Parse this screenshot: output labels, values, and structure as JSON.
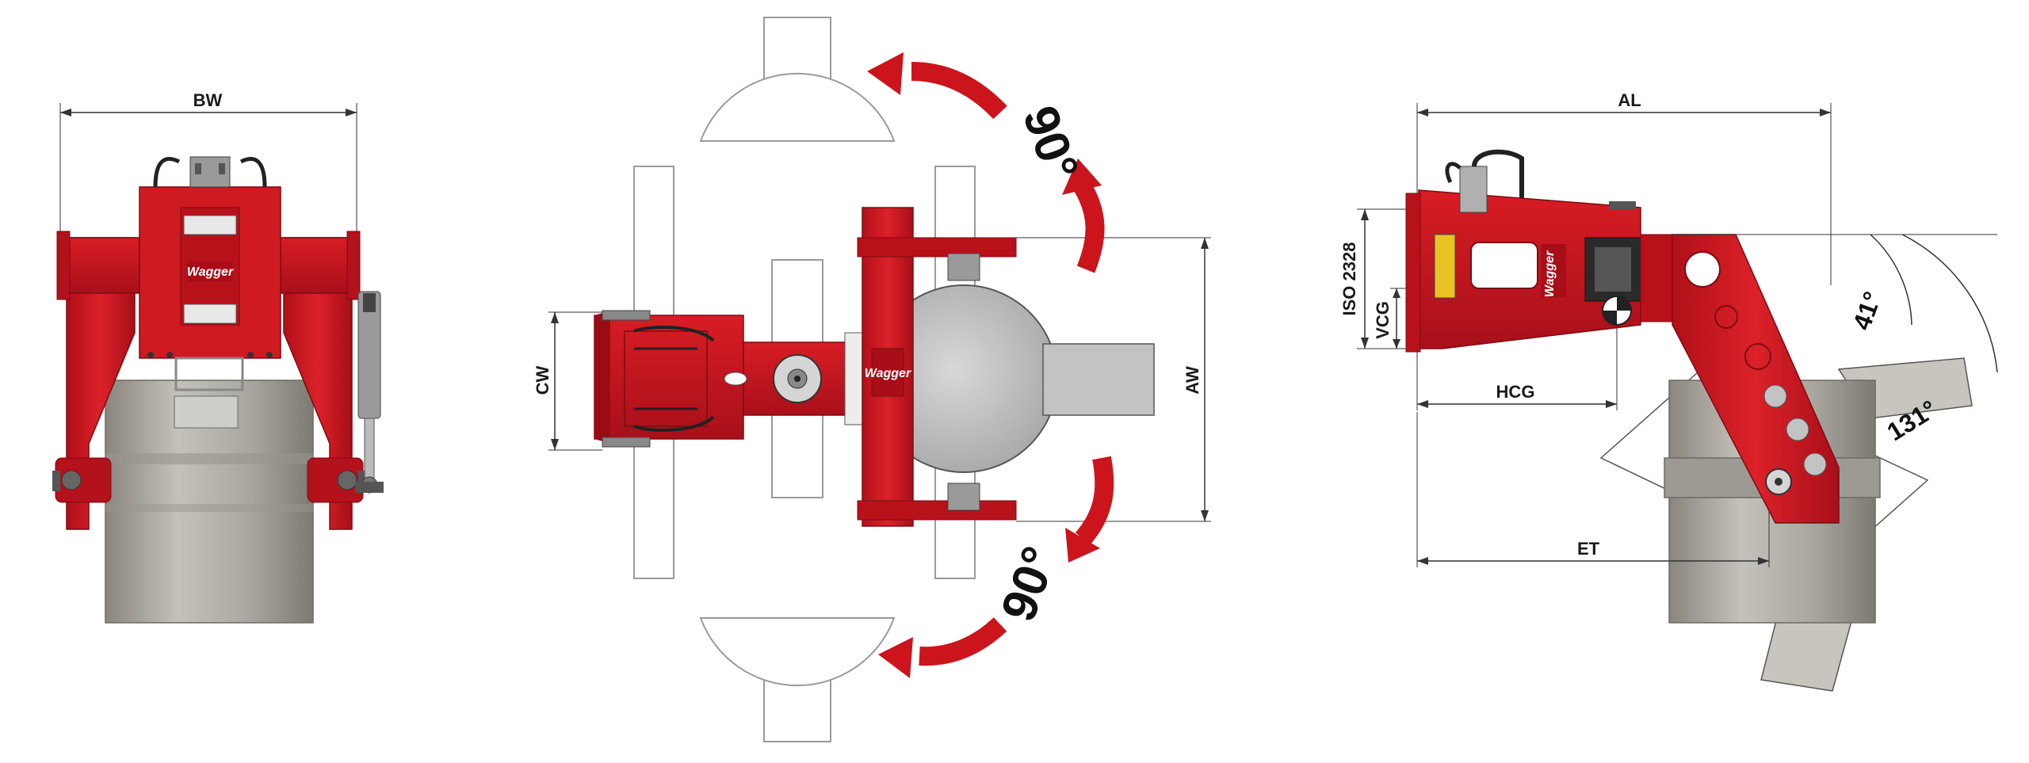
{
  "colors": {
    "machine_red": "#c8141e",
    "machine_dark": "#8f0d15",
    "cylinder_gray": "#a9a6a0",
    "cylinder_dark": "#858279",
    "arrow_red": "#cc141c",
    "line": "#333333",
    "outline_gray": "#9a9a9a"
  },
  "brand": {
    "logo_text": "Wagger"
  },
  "front_view": {
    "dims": {
      "bw": "BW"
    }
  },
  "top_view": {
    "dims": {
      "cw": "CW",
      "aw": "AW"
    },
    "rotation": {
      "top_label": "90°",
      "bottom_label": "90°"
    }
  },
  "side_view": {
    "dims": {
      "al": "AL",
      "iso": "ISO 2328",
      "vcg": "VCG",
      "hcg": "HCG",
      "et": "ET"
    },
    "angles": {
      "tilt": "41°",
      "swing": "131°"
    }
  }
}
